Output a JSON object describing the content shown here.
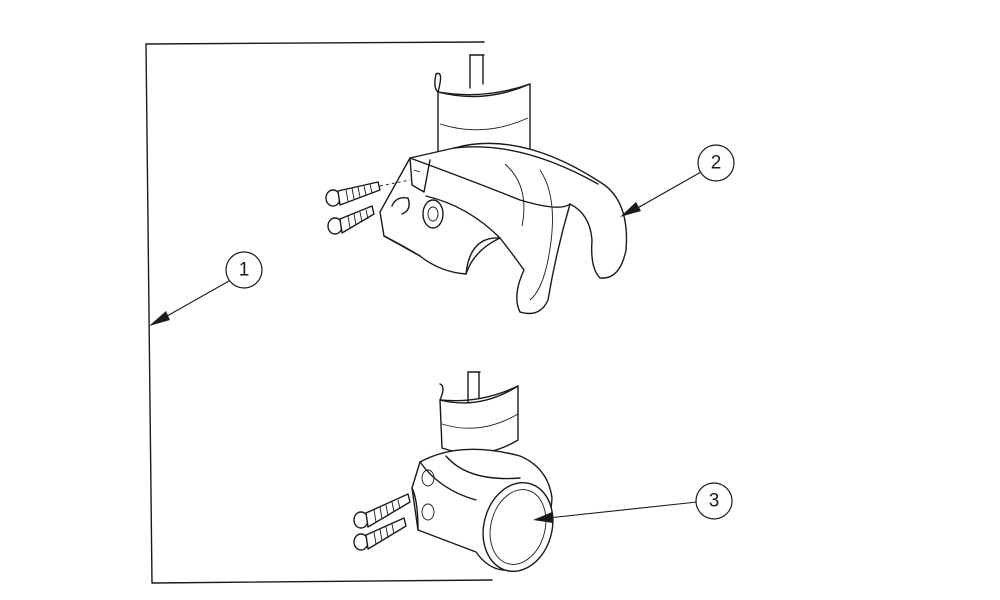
{
  "callouts": [
    {
      "id": "1",
      "label": "1"
    },
    {
      "id": "2",
      "label": "2"
    },
    {
      "id": "3",
      "label": "3"
    }
  ],
  "colors": {
    "ink": "#1a1a1a",
    "paper": "#ffffff"
  }
}
